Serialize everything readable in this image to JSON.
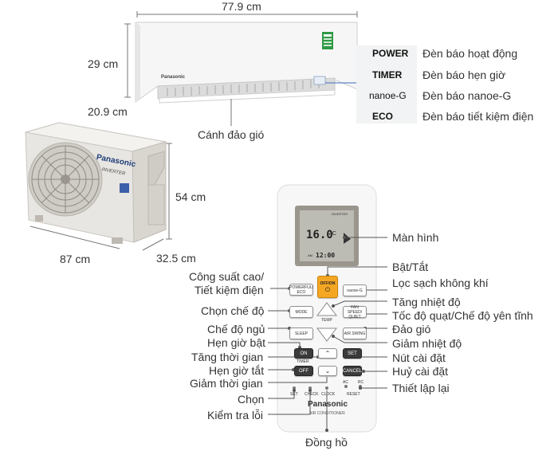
{
  "dimensions": {
    "indoor_width": "77.9 cm",
    "indoor_height": "29 cm",
    "indoor_depth": "20.9 cm",
    "outdoor_height": "54 cm",
    "outdoor_width": "87 cm",
    "outdoor_depth": "32.5 cm"
  },
  "indoor": {
    "brand": "Panasonic",
    "louver_label": "Cánh đảo gió",
    "indicators": [
      {
        "code": "POWER",
        "desc": "Đèn báo hoạt động"
      },
      {
        "code": "TIMER",
        "desc": "Đèn báo hẹn giờ"
      },
      {
        "code": "nanoe-G",
        "desc": "Đèn báo nanoe-G"
      },
      {
        "code": "ECO",
        "desc": "Đèn báo tiết kiệm điện"
      }
    ]
  },
  "outdoor": {
    "brand": "Panasonic",
    "badge": "INVERTER"
  },
  "remote": {
    "lcd_badge": "INVERTER",
    "lcd_temp": "16.0",
    "lcd_unit": "°C",
    "lcd_clock": "12:00",
    "lcd_ampm": "AM",
    "buttons": {
      "powerful": "POWERFUL/ ECO",
      "onoff": "OFF/ON",
      "onoff_symbol": "⏻",
      "nanoe": "nanoe-G",
      "mode": "MODE",
      "temp": "TEMP",
      "fan": "FAN SPEED/ QUIET",
      "sleep": "SLEEP",
      "airswing": "AIR SWING",
      "on": "ON",
      "timer": "TIMER",
      "set": "SET",
      "off": "OFF",
      "cancel": "CANCEL",
      "set_small": "SET",
      "check": "CHECK",
      "clock": "CLOCK",
      "ac": "AC",
      "rc": "RC",
      "reset": "RESET"
    },
    "brand": "Panasonic",
    "caption": "AIR CONDITIONER"
  },
  "labels": {
    "screen": "Màn hình",
    "onoff": "Bật/Tắt",
    "powerful_line1": "Công suất cao/",
    "powerful_line2": "Tiết kiệm điện",
    "purify": "Lọc sạch không khí",
    "mode": "Chọn chế độ",
    "temp_up": "Tăng nhiệt độ",
    "fan": "Tốc độ quạt/Chế độ yên tĩnh",
    "sleep": "Chế độ ngủ",
    "swing": "Đảo gió",
    "timer_on": "Hẹn giờ bật",
    "temp_down": "Giảm nhiệt độ",
    "time_up": "Tăng thời gian",
    "set": "Nút cài đặt",
    "timer_off": "Hẹn giờ tắt",
    "cancel": "Huỷ cài đặt",
    "time_down": "Giảm thời gian",
    "reset": "Thiết lập lại",
    "select": "Chọn",
    "check": "Kiểm tra lỗi",
    "clock": "Đồng hồ"
  },
  "colors": {
    "onoff_button": "#f5a623",
    "indicator_line": "#3b6fb6",
    "energy_label": "#2e9a44"
  }
}
